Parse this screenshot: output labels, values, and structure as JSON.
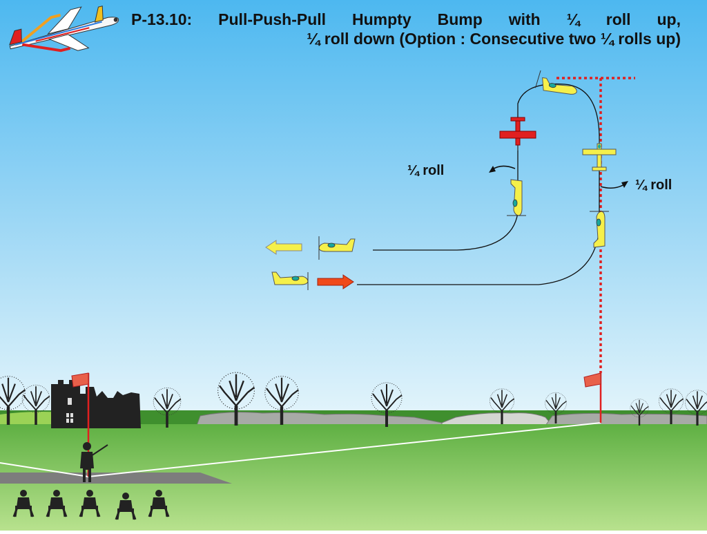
{
  "figure": {
    "title_line1": "P-13.10:  Pull-Push-Pull  Humpty  Bump  with  ¼  roll  up,",
    "title_line2": "¼ roll down (Option : Consecutive two ¼ rolls up)",
    "label_left": "¼  roll",
    "label_right": "¼  roll",
    "logo_icon": "aerobatic-plane-logo-icon"
  },
  "colors": {
    "sky_top": "#4db8f0",
    "sky_bottom": "#d8f0fb",
    "grass_top": "#64b445",
    "grass_bottom": "#b4e08a",
    "plane_yellow": "#f5f04a",
    "plane_red": "#e02020",
    "arrow_entry": "#f04a1a",
    "arrow_exit": "#f5f04a",
    "box_line": "#e02020",
    "runway": "#7d7d7d"
  }
}
